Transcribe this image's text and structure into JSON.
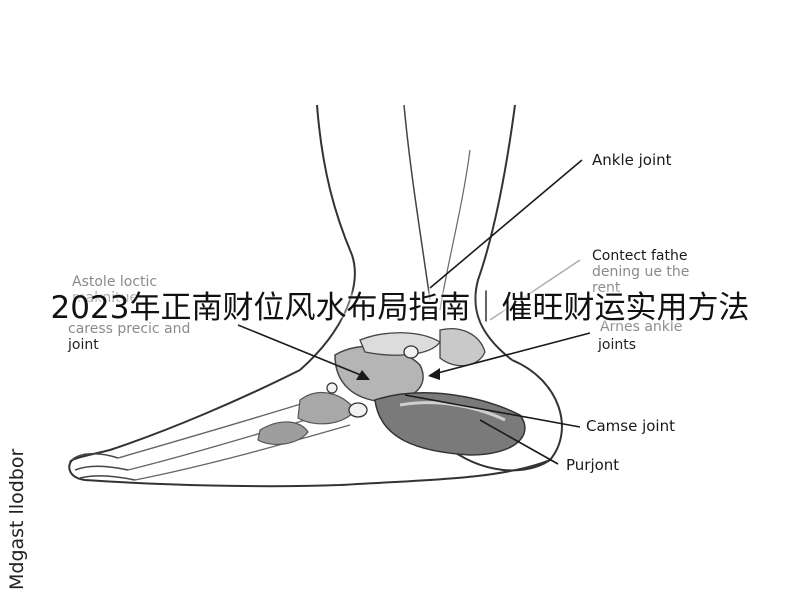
{
  "overlay_title": "2023年正南财位风水布局指南｜催旺财运实用方法",
  "labels": {
    "ankle_joint": "Ankle joint",
    "contact_line1": "Contect fathe",
    "contact_line2": "dening ue the",
    "contact_line3": "rent",
    "astole_line1": "Astole loctic",
    "astole_line2": "maknitue",
    "astole_line3": "caress precic and",
    "astole_line4": "joint",
    "arnes_line1": "Arnes ankle",
    "arnes_line2": "joints",
    "camse": "Camse joint",
    "purjont": "Purjont"
  },
  "side_text": "Mdgast llodbor",
  "colors": {
    "bone_shade": "#9a9a9a",
    "bone_dark": "#5e5e5e",
    "line": "#1a1a1a"
  }
}
